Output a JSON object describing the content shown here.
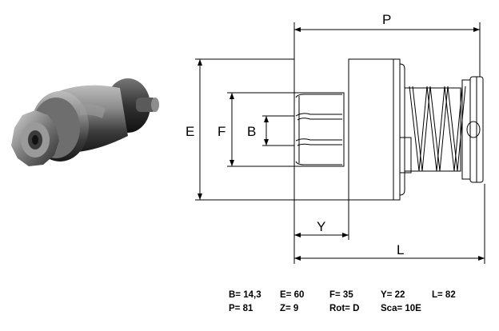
{
  "dimension_labels": {
    "p": "P",
    "e": "E",
    "f": "F",
    "b": "B",
    "y": "Y",
    "l": "L"
  },
  "specs": {
    "row1": [
      "B= 14,3",
      "E= 60",
      "F= 35",
      "Y= 22",
      "L= 82"
    ],
    "row2": [
      "P= 81",
      "Z= 9",
      "Rot= D",
      "Sca= 10E"
    ]
  }
}
